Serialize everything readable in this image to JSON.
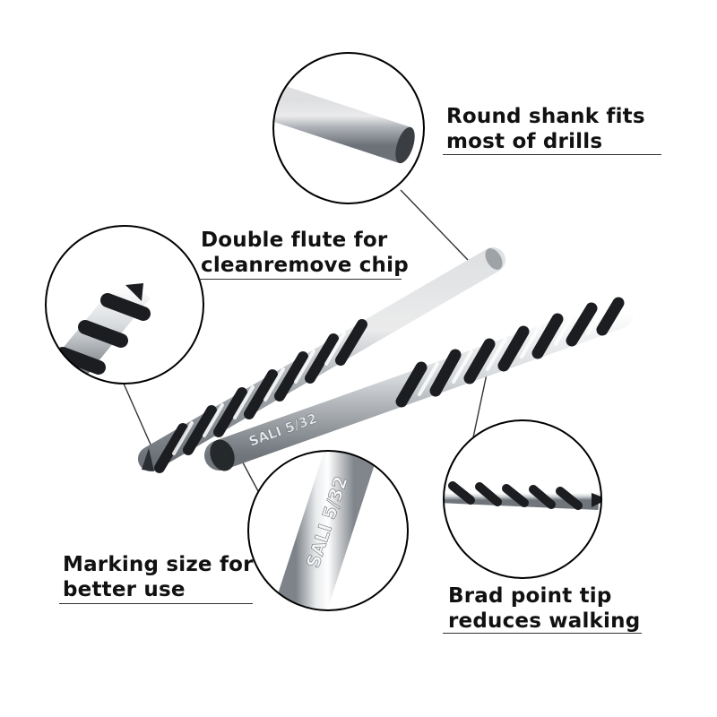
{
  "callouts": {
    "round_shank": {
      "line1": "Round shank fits",
      "line2": "most of drills"
    },
    "double_flute": {
      "line1": "Double flute for",
      "line2": "cleanremove chip"
    },
    "marking_size": {
      "line1": "Marking size for",
      "line2": "better use"
    },
    "brad_point": {
      "line1": "Brad point tip",
      "line2": "reduces walking"
    }
  },
  "drill_marking": "SALI 5/32",
  "colors": {
    "text": "#111111",
    "steel_light": "#e4e6e8",
    "steel_mid": "#a8adb2",
    "flute_dark": "#1b1d20",
    "circle_border": "#000000"
  }
}
